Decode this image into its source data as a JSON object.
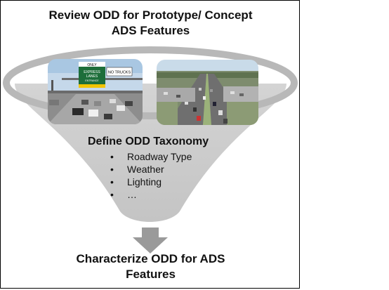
{
  "top_title": [
    "Review ODD for Prototype/ Concept",
    "ADS Features"
  ],
  "taxonomy": {
    "title": "Define ODD Taxonomy",
    "bullet": "•",
    "items": [
      "Roadway Type",
      "Weather",
      "Lighting",
      "…"
    ]
  },
  "bottom_title": [
    "Characterize ODD for ADS",
    "Features"
  ],
  "photos": {
    "left": {
      "sign_top": "ONLY",
      "sign_main": [
        "EXPRESS",
        "LANES",
        "ENTRANCE"
      ],
      "sign_side": "NO TRUCKS"
    }
  },
  "colors": {
    "funnel": "#c8c8c8",
    "funnel_rim": "#b4b4b4",
    "arrow": "#9a9a9a"
  }
}
